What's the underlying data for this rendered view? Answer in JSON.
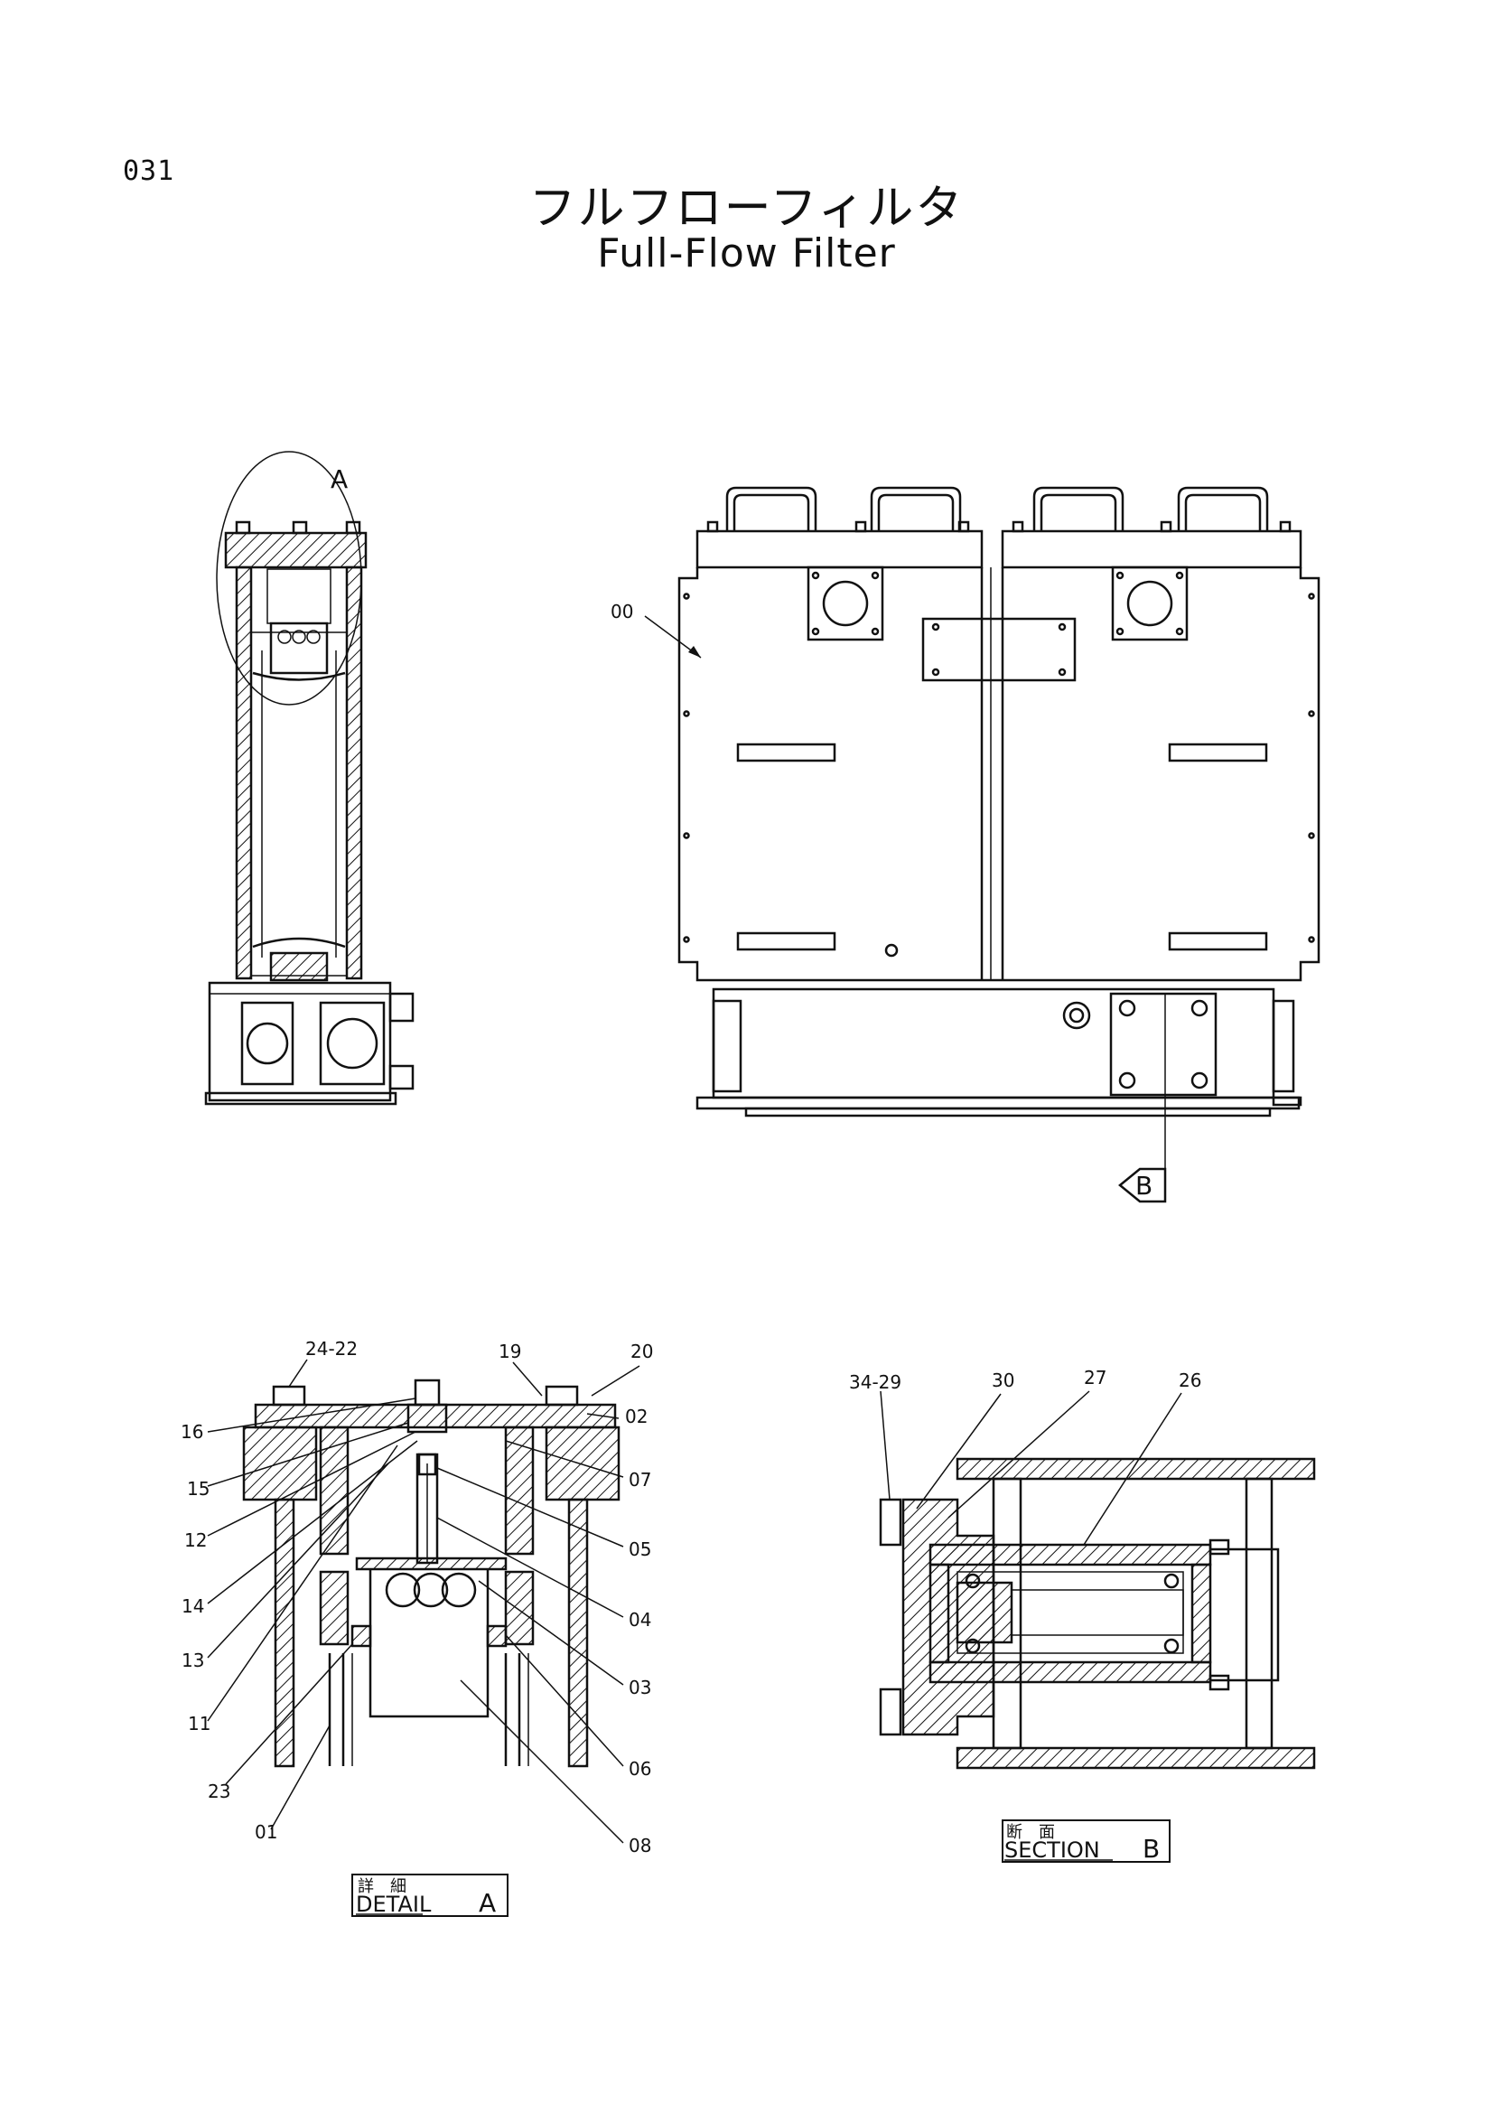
{
  "header": {
    "page_number": "031",
    "title_jp": "フルフローフィルタ",
    "title_en": "Full-Flow Filter"
  },
  "views": {
    "side_view": {
      "detail_marker": "A"
    },
    "front_view": {
      "part_label": "00",
      "section_marker": "B"
    }
  },
  "detail_a": {
    "caption_jp": "詳　細",
    "caption_en": "DETAIL",
    "caption_letter": "A",
    "labels": [
      "24-22",
      "19",
      "20",
      "02",
      "16",
      "15",
      "07",
      "12",
      "05",
      "14",
      "04",
      "13",
      "03",
      "11",
      "06",
      "23",
      "01",
      "08"
    ]
  },
  "section_b": {
    "caption_jp": "断　面",
    "caption_en": "SECTION",
    "caption_letter": "B",
    "labels": [
      "34-29",
      "30",
      "27",
      "26"
    ]
  },
  "colors": {
    "ink": "#111111",
    "paper": "#ffffff"
  }
}
